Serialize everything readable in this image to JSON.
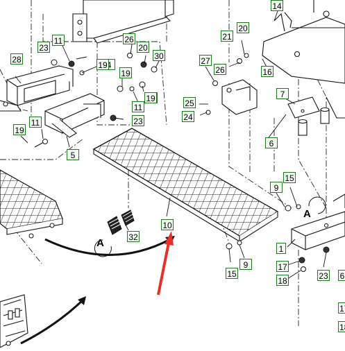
{
  "diagram": {
    "part_labels": [
      "14",
      "20",
      "11",
      "26",
      "23",
      "21",
      "20",
      "30",
      "28",
      "4",
      "19",
      "19",
      "27",
      "26",
      "16",
      "19",
      "19",
      "11",
      "25",
      "7",
      "24",
      "23",
      "19",
      "11",
      "5",
      "6",
      "9",
      "15",
      "10",
      "32",
      "15",
      "9",
      "1",
      "17",
      "18",
      "23",
      "6",
      "18",
      "17"
    ],
    "callouts": [
      "A",
      "A"
    ]
  },
  "colors": {
    "label_border": "#1b7a1b",
    "label_fill": "#f3faf2",
    "arrow_red": "#e8302a",
    "line": "#111111"
  }
}
